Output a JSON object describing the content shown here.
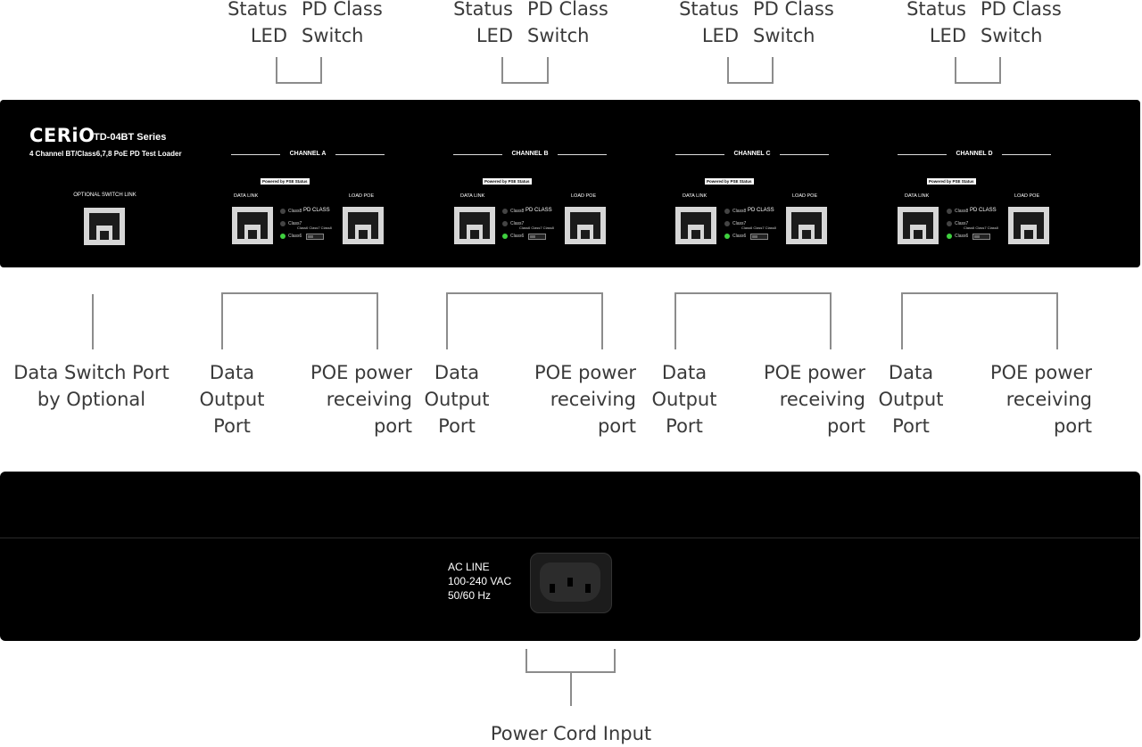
{
  "top_callouts": [
    {
      "left": "Status\nLED",
      "right": "PD Class\nSwitch"
    },
    {
      "left": "Status\nLED",
      "right": "PD Class\nSwitch"
    },
    {
      "left": "Status\nLED",
      "right": "PD Class\nSwitch"
    },
    {
      "left": "Status\nLED",
      "right": "PD Class\nSwitch"
    }
  ],
  "front_panel": {
    "brand": "CERiO",
    "model": "TD-04BT Series",
    "subtitle": "4 Channel BT/Class6,7,8 PoE PD Test Loader",
    "optional_label": "OPTIONAL SWITCH LINK",
    "channels": [
      {
        "name": "CHANNEL A",
        "pse": "Powered by PSE Status",
        "data_link": "DATA LINK",
        "load_poe": "LOAD POE",
        "pd_class": "PD CLASS",
        "leds": [
          "Class8",
          "Class7",
          "Class6"
        ],
        "switch_labels": "Class6 Class7 Class8"
      },
      {
        "name": "CHANNEL B",
        "pse": "Powered by PSE Status",
        "data_link": "DATA LINK",
        "load_poe": "LOAD POE",
        "pd_class": "PD CLASS",
        "leds": [
          "Class8",
          "Class7",
          "Class6"
        ],
        "switch_labels": "Class6 Class7 Class8"
      },
      {
        "name": "CHANNEL C",
        "pse": "Powered by PSE Status",
        "data_link": "DATA LINK",
        "load_poe": "LOAD POE",
        "pd_class": "PD CLASS",
        "leds": [
          "Class8",
          "Class7",
          "Class6"
        ],
        "switch_labels": "Class6 Class7 Class8"
      },
      {
        "name": "CHANNEL D",
        "pse": "Powered by PSE Status",
        "data_link": "DATA LINK",
        "load_poe": "LOAD POE",
        "pd_class": "PD CLASS",
        "leds": [
          "Class8",
          "Class7",
          "Class6"
        ],
        "switch_labels": "Class6 Class7 Class8"
      }
    ]
  },
  "bottom_callouts": {
    "optional": "Data Switch Port\nby Optional",
    "channels": [
      {
        "data": "Data\nOutput\nPort",
        "poe": "POE power\nreceiving\nport"
      },
      {
        "data": "Data\nOutput\nPort",
        "poe": "POE power\nreceiving\nport"
      },
      {
        "data": "Data\nOutput\nPort",
        "poe": "POE power\nreceiving\nport"
      },
      {
        "data": "Data\nOutput\nPort",
        "poe": "POE power\nreceiving\nport"
      }
    ]
  },
  "rear_panel": {
    "ac_line_1": "AC LINE",
    "ac_line_2": "100-240 VAC",
    "ac_line_3": "50/60 Hz"
  },
  "power_callout": "Power Cord Input",
  "colors": {
    "panel": "#000000",
    "leader": "#8c8c8c",
    "led_on": "#3fd03f",
    "text": "#3a3a3a"
  }
}
